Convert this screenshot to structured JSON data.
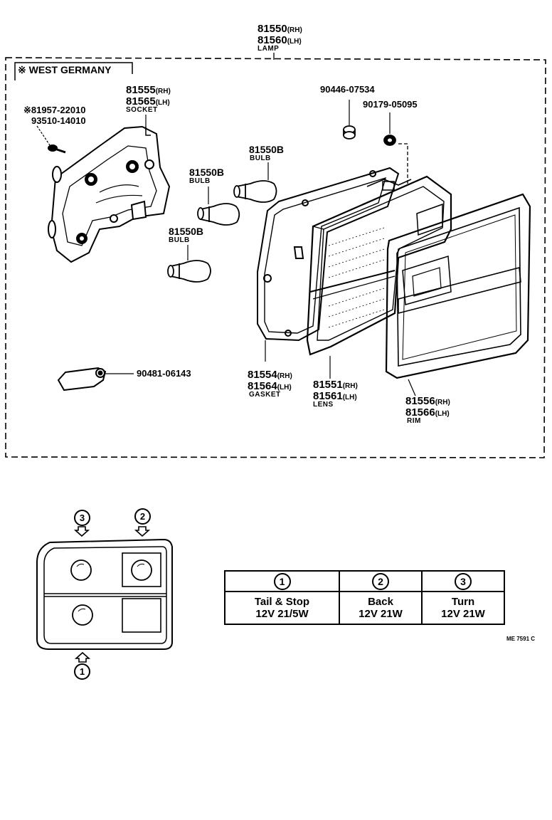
{
  "assembly": {
    "part_rh": "81550",
    "part_lh": "81560",
    "rh_suffix": "(RH)",
    "lh_suffix": "(LH)",
    "name": "LAMP"
  },
  "region_note": "※ WEST GERMANY",
  "parts": {
    "socket": {
      "rh": "81555",
      "lh": "81565",
      "rh_suffix": "(RH)",
      "lh_suffix": "(LH)",
      "name": "SOCKET"
    },
    "screw": {
      "pn1": "※81957-22010",
      "pn2": "93510-14010"
    },
    "bulb_top": {
      "pn": "81550B",
      "name": "BULB"
    },
    "bulb_mid": {
      "pn": "81550B",
      "name": "BULB"
    },
    "bulb_low": {
      "pn": "81550B",
      "name": "BULB"
    },
    "grommet": {
      "pn": "90446-07534"
    },
    "nut": {
      "pn": "90179-05095"
    },
    "clip": {
      "pn": "90481-06143"
    },
    "gasket": {
      "rh": "81554",
      "lh": "81564",
      "rh_suffix": "(RH)",
      "lh_suffix": "(LH)",
      "name": "GASKET"
    },
    "lens": {
      "rh": "81551",
      "lh": "81561",
      "rh_suffix": "(RH)",
      "lh_suffix": "(LH)",
      "name": "LENS"
    },
    "rim": {
      "rh": "81556",
      "lh": "81566",
      "rh_suffix": "(RH)",
      "lh_suffix": "(LH)",
      "name": "RIM"
    }
  },
  "position_markers": {
    "m1": "1",
    "m2": "2",
    "m3": "3"
  },
  "bulb_table": {
    "columns": [
      {
        "num": "1",
        "name": "Tail & Stop",
        "spec": "12V 21/5W"
      },
      {
        "num": "2",
        "name": "Back",
        "spec": "12V 21W"
      },
      {
        "num": "3",
        "name": "Turn",
        "spec": "12V 21W"
      }
    ]
  },
  "figure_code": "ME 7591 C"
}
